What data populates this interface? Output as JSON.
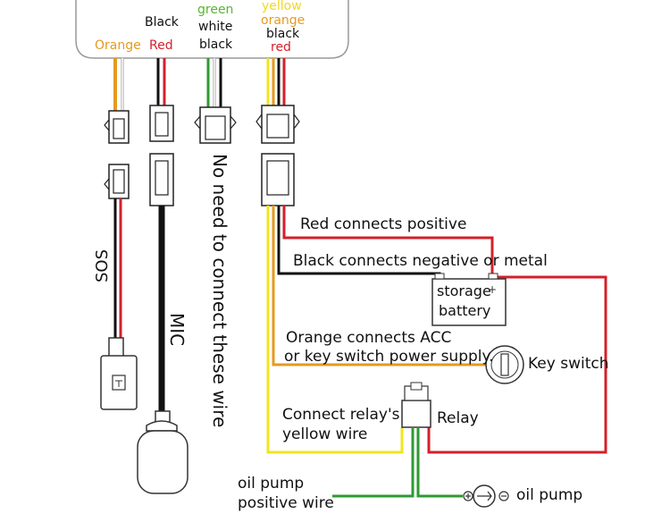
{
  "colors": {
    "red": "#d4202a",
    "black": "#111111",
    "orange": "#e59a1f",
    "yellow": "#f1e41e",
    "green": "#2f9a33",
    "white": "#ffffff",
    "header_green": "#59b531",
    "header_yellow": "#f3d81b"
  },
  "header_labels": {
    "orange": "Orange",
    "black": "Black",
    "red": "Red",
    "green": "green",
    "white": "white",
    "black2": "black",
    "yellow": "yellow",
    "orange2": "orange",
    "black3": "black",
    "red2": "red"
  },
  "side_labels": {
    "sos": "SOS",
    "mic": "MIC",
    "no_connect": "No need to connect these wire"
  },
  "labels": {
    "red_positive": "Red connects positive",
    "black_negative": "Black connects negative or metal",
    "battery_line1": "storage",
    "battery_line2": "battery",
    "orange_acc_line1": "Orange connects ACC",
    "orange_acc_line2": "or key switch power supply.",
    "key_switch": "Key switch",
    "relay_yellow_line1": "Connect relay's",
    "relay_yellow_line2": "yellow wire",
    "relay": "Relay",
    "oil_pump_wire_line1": "oil pump",
    "oil_pump_wire_line2": "positive wire",
    "oil_pump": "oil pump"
  },
  "icons": [
    "sos-button-icon",
    "microphone-icon",
    "battery-icon",
    "key-switch-icon",
    "relay-icon",
    "oil-pump-motor-icon",
    "connector-icon"
  ]
}
